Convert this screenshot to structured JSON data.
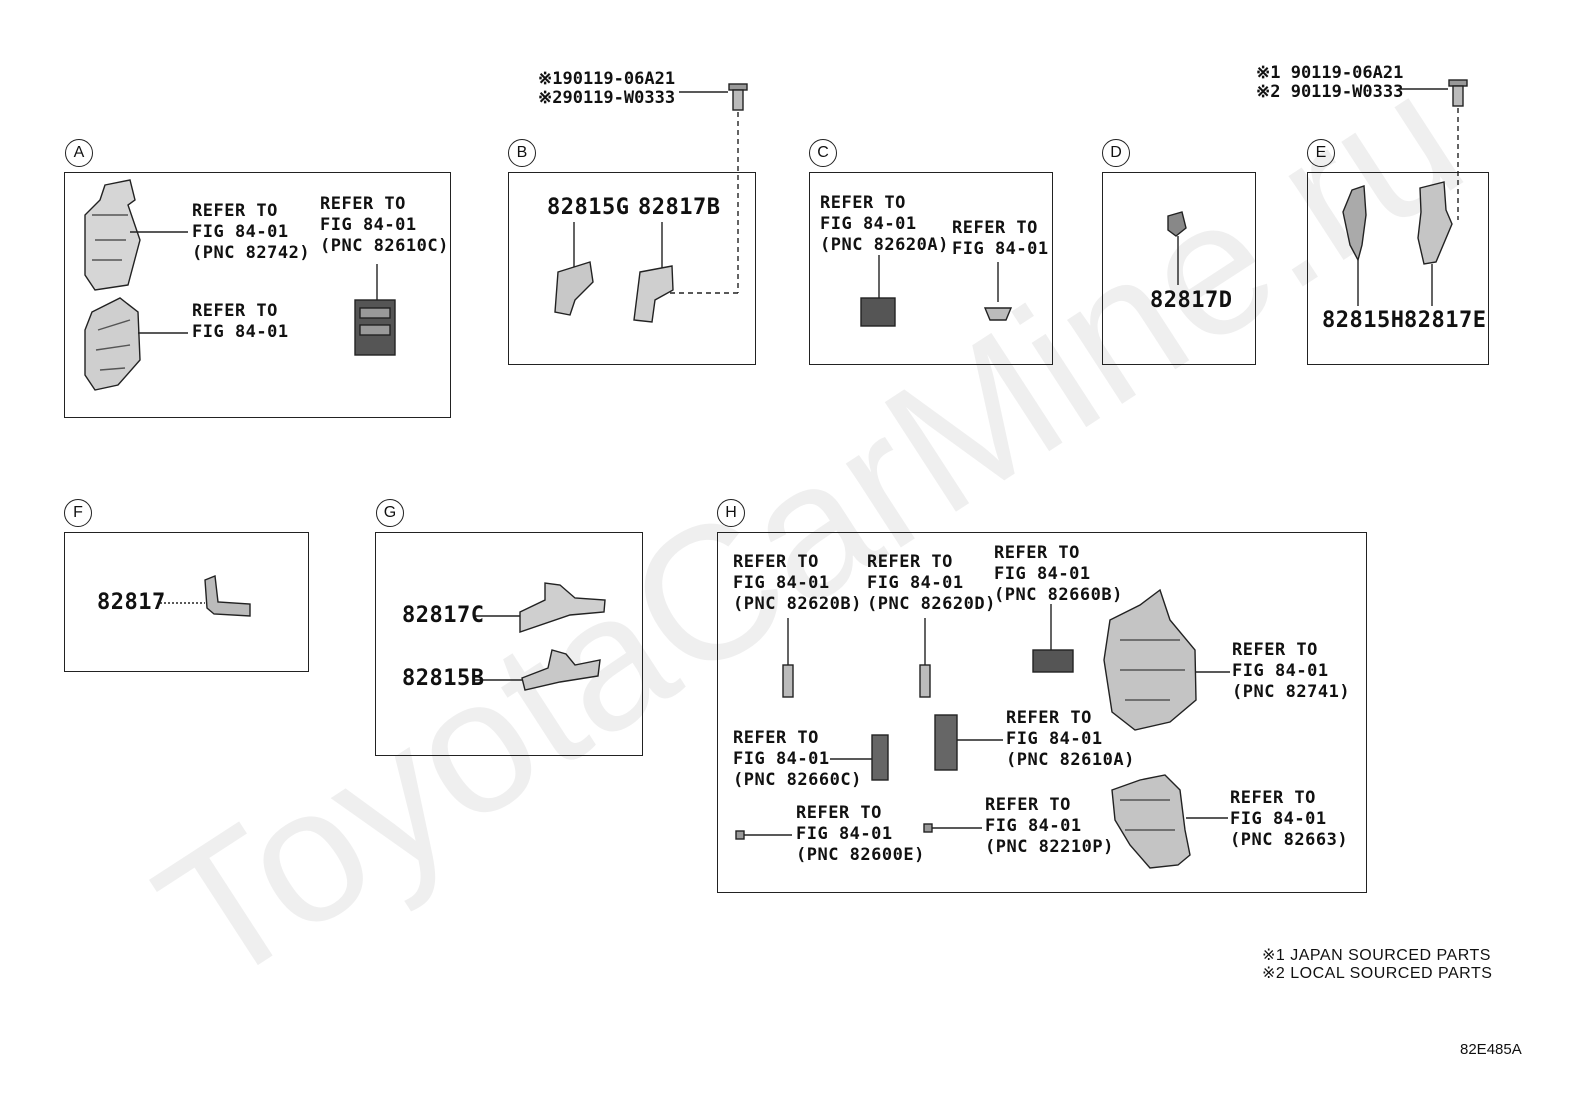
{
  "watermark": "ToyotaCarMine.ru",
  "panels": {
    "A": {
      "letter": "A",
      "ref1": "REFER TO\nFIG 84-01\n(PNC 82742)",
      "ref2": "REFER TO\nFIG 84-01\n(PNC 82610C)",
      "ref3": "REFER TO\nFIG 84-01"
    },
    "B": {
      "letter": "B",
      "part1": "82815G",
      "part2": "82817B"
    },
    "C": {
      "letter": "C",
      "ref1": "REFER TO\nFIG 84-01\n(PNC 82620A)",
      "ref2": "REFER TO\nFIG 84-01"
    },
    "D": {
      "letter": "D",
      "part1": "82817D"
    },
    "E": {
      "letter": "E",
      "part1": "82815H",
      "part2": "82817E"
    },
    "F": {
      "letter": "F",
      "part1": "82817"
    },
    "G": {
      "letter": "G",
      "part1": "82817C",
      "part2": "82815B"
    },
    "H": {
      "letter": "H",
      "ref1": "REFER TO\nFIG 84-01\n(PNC 82620B)",
      "ref2": "REFER TO\nFIG 84-01\n(PNC 82620D)",
      "ref3": "REFER TO\nFIG 84-01\n(PNC 82660B)",
      "ref4": "REFER TO\nFIG 84-01\n(PNC 82741)",
      "ref5": "REFER TO\nFIG 84-01\n(PNC 82660C)",
      "ref6": "REFER TO\nFIG 84-01\n(PNC 82610A)",
      "ref7": "REFER TO\nFIG 84-01\n(PNC 82600E)",
      "ref8": "REFER TO\nFIG 84-01\n(PNC 82210P)",
      "ref9": "REFER TO\nFIG 84-01\n(PNC 82663)"
    }
  },
  "bolts": {
    "left": "※190119-06A21\n※290119-W0333",
    "right": "※1 90119-06A21\n※2 90119-W0333"
  },
  "notes": "※1 JAPAN SOURCED PARTS\n※2 LOCAL SOURCED PARTS",
  "diagram_code": "82E485A"
}
